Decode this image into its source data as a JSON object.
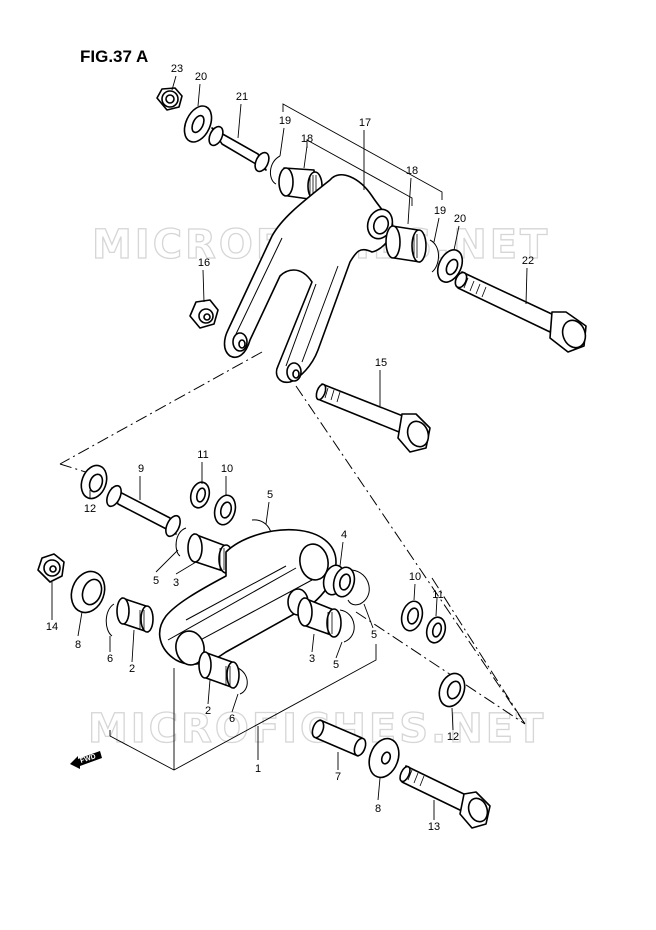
{
  "figure": {
    "title": "FIG.37 A"
  },
  "watermark": "MICROFICHES.NET",
  "direction_label": "FWD",
  "callouts": [
    "1",
    "2",
    "2",
    "3",
    "3",
    "4",
    "5",
    "5",
    "5",
    "5",
    "6",
    "6",
    "7",
    "8",
    "8",
    "9",
    "10",
    "10",
    "11",
    "11",
    "12",
    "12",
    "13",
    "14",
    "15",
    "16",
    "17",
    "18",
    "18",
    "19",
    "19",
    "20",
    "20",
    "21",
    "22",
    "23"
  ],
  "colors": {
    "line": "#000000",
    "paper": "#ffffff",
    "watermark": "#cfcfcf"
  }
}
